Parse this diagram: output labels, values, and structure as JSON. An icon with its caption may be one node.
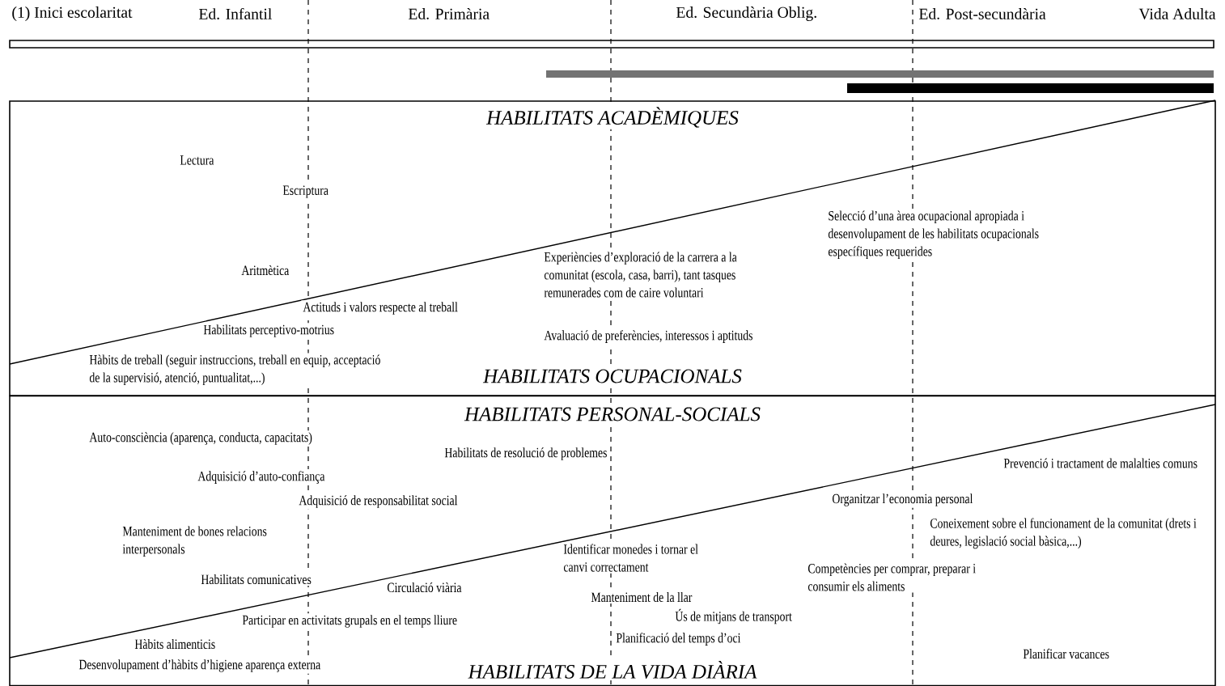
{
  "diagram": {
    "nodes": [
      {
        "text": [
          "HABILITATS ACADÈMIQUES",
          "HABILITATS OCUPACIONALS"
        ]
      },
      {
        "text": [
          "HABILITATS PERSONAL-SOCIALS",
          "HABILITATS DE LA VIDA DIÀRIA"
        ]
      }
    ],
    "labels": [
      "(1) Inici escolaritat",
      "Ed. Infantil",
      "Ed. Primària",
      "Ed. Secundària Oblig.",
      "Ed. Post-secundària",
      "Vida Adulta",
      "Lectura",
      "Escriptura",
      "Selecció d’una àrea ocupacional apropiada i desenvolupament de les habilitats ocupacionals específiques requerides",
      "Aritmètica",
      "Experiències d’exploració de la carrera a la comunitat (escola, casa, barri), tant tasques remunerades com de caire voluntari",
      "Actituds i valors respecte al treball",
      "Habilitats perceptivo-motrius",
      "Avaluació de preferències, interessos i aptituds",
      "Hàbits de treball (seguir instruccions, treball en equip, acceptació de la supervisió, atenció, puntualitat,...)",
      "Auto-consciència (aparença, conducta, capacitats)",
      "Habilitats de resolució de problemes",
      "Prevenció i tractament de malalties comuns",
      "Adquisició d’auto-confiança",
      "Adquisició de responsabilitat social",
      "Organitzar l’economia personal",
      "Manteniment de bones relacions interpersonals",
      "Coneixement sobre el funcionament de la comunitat (drets i deures, legislació social bàsica,...)",
      "Identificar monedes i tornar el canvi correctament",
      "Competències per comprar, preparar i consumir els aliments",
      "Habilitats comunicatives",
      "Circulació viària",
      "Manteniment de la llar",
      "Participar en activitats grupals en el temps lliure",
      "Ús de mitjans de transport",
      "Hàbits alimenticis",
      "Planificació del temps d’oci",
      "Planificar vacances",
      "Desenvolupament d’hàbits d’higiene aparença externa"
    ]
  }
}
